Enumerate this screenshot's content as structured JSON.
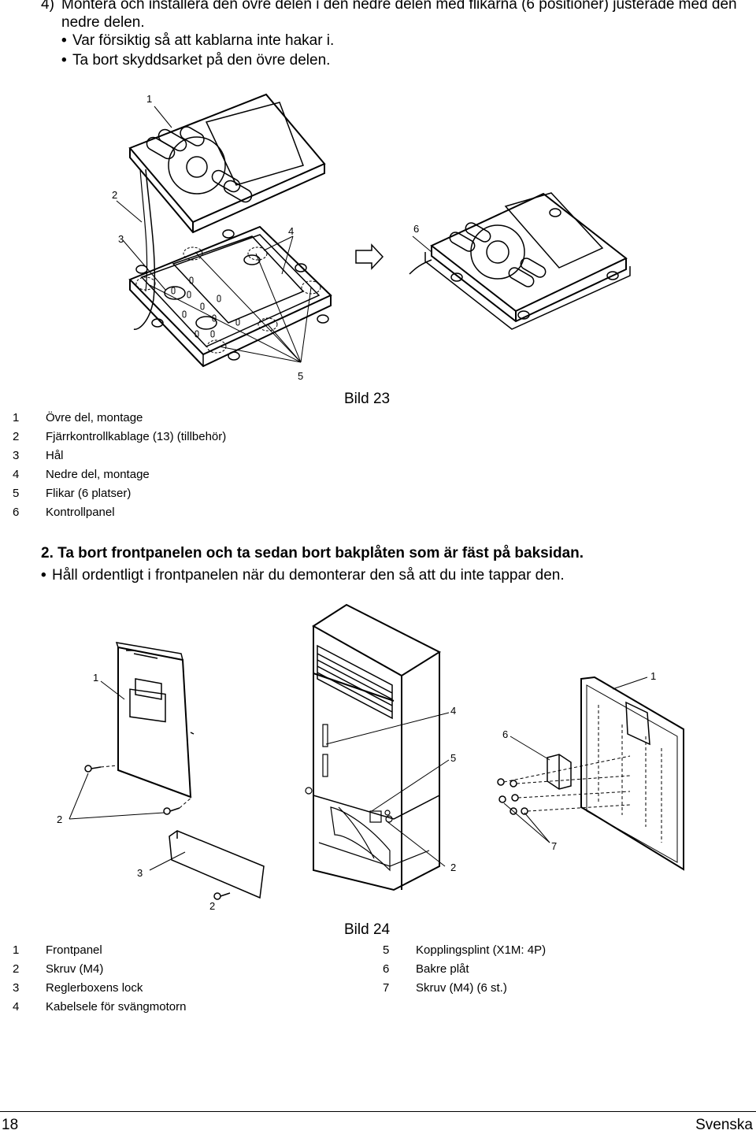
{
  "step4": {
    "number": "4)",
    "text": "Montera och installera den övre delen i den nedre delen med flikarna (6 positioner) justerade med den nedre delen.",
    "bullets": [
      "Var försiktig så att kablarna inte hakar i.",
      "Ta bort skyddsarket på den övre delen."
    ]
  },
  "figure23": {
    "caption": "Bild 23",
    "callouts": [
      "1",
      "2",
      "3",
      "4",
      "5",
      "6"
    ],
    "legend": [
      {
        "n": "1",
        "t": "Övre del, montage"
      },
      {
        "n": "2",
        "t": "Fjärrkontrollkablage (13) (tillbehör)"
      },
      {
        "n": "3",
        "t": "Hål"
      },
      {
        "n": "4",
        "t": "Nedre del, montage"
      },
      {
        "n": "5",
        "t": "Flikar (6 platser)"
      },
      {
        "n": "6",
        "t": "Kontrollpanel"
      }
    ]
  },
  "step2": {
    "heading": "2. Ta bort frontpanelen och ta sedan bort bakplåten som är fäst på baksidan.",
    "bullet": "Håll ordentligt i frontpanelen när du demonterar den så att du inte tappar den."
  },
  "figure24": {
    "caption": "Bild 24",
    "callouts": [
      "1",
      "1",
      "2",
      "2",
      "2",
      "3",
      "4",
      "5",
      "6",
      "7"
    ],
    "legend_left": [
      {
        "n": "1",
        "t": "Frontpanel"
      },
      {
        "n": "2",
        "t": "Skruv (M4)"
      },
      {
        "n": "3",
        "t": "Reglerboxens lock"
      },
      {
        "n": "4",
        "t": "Kabelsele för svängmotorn"
      }
    ],
    "legend_right": [
      {
        "n": "5",
        "t": "Kopplingsplint (X1M: 4P)"
      },
      {
        "n": "6",
        "t": "Bakre plåt"
      },
      {
        "n": "7",
        "t": "Skruv (M4) (6 st.)"
      }
    ]
  },
  "footer": {
    "page_number": "18",
    "language": "Svenska"
  }
}
